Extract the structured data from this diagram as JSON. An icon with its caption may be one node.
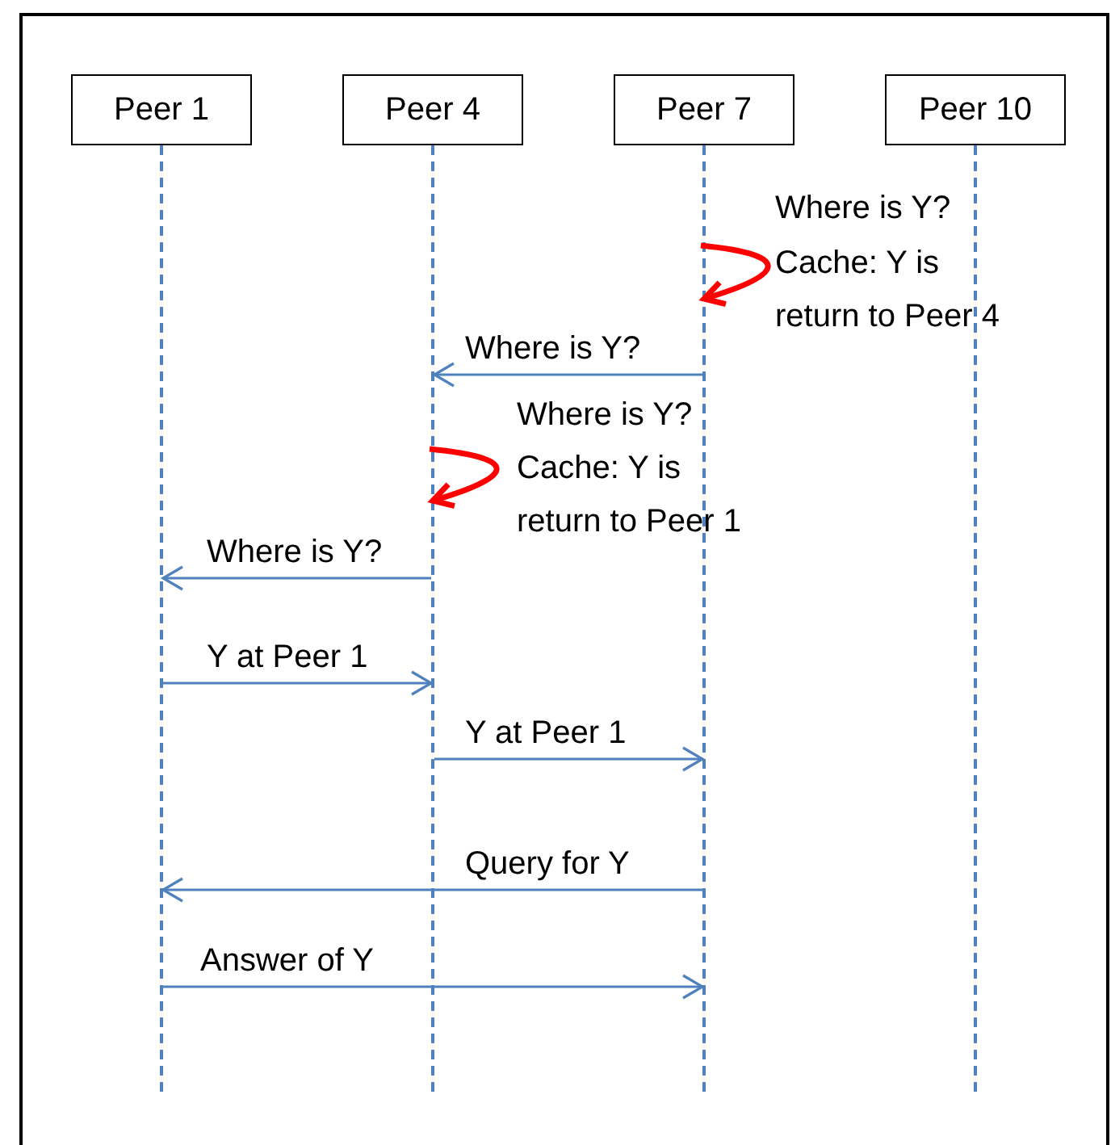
{
  "diagram": {
    "nodes": [
      {
        "text": [
          "Peer 1"
        ]
      },
      {
        "text": [
          "Peer 4"
        ]
      },
      {
        "text": [
          "Peer 7"
        ]
      },
      {
        "text": [
          "Peer 10"
        ]
      },
      {
        "text": [],
        "shape": "line"
      },
      {
        "text": [],
        "shape": "line"
      },
      {
        "text": [],
        "shape": "line"
      },
      {
        "text": [],
        "shape": "line"
      }
    ],
    "edges": [
      {
        "from": 6,
        "to": 6,
        "arrow": "to",
        "style": "thick",
        "color": "#ff0000"
      },
      {
        "from": 6,
        "to": 5,
        "arrow": "to",
        "label": "Where is Y?"
      },
      {
        "from": 5,
        "to": 5,
        "arrow": "to",
        "style": "thick",
        "color": "#ff0000"
      },
      {
        "from": 5,
        "to": 4,
        "arrow": "to",
        "label": "Where is Y?"
      },
      {
        "from": 4,
        "to": 5,
        "arrow": "to",
        "label": "Y at Peer 1"
      },
      {
        "from": 5,
        "to": 6,
        "arrow": "to",
        "label": "Y at Peer 1"
      },
      {
        "from": 6,
        "to": 4,
        "arrow": "to",
        "label": "Query for Y"
      },
      {
        "from": 4,
        "to": 6,
        "arrow": "to",
        "label": "Answer of Y"
      }
    ],
    "labels": [
      "Where is Y?",
      "Cache: Y is",
      "return to Peer 4",
      "Where is Y?",
      "Cache: Y is",
      "return to Peer 1"
    ]
  }
}
